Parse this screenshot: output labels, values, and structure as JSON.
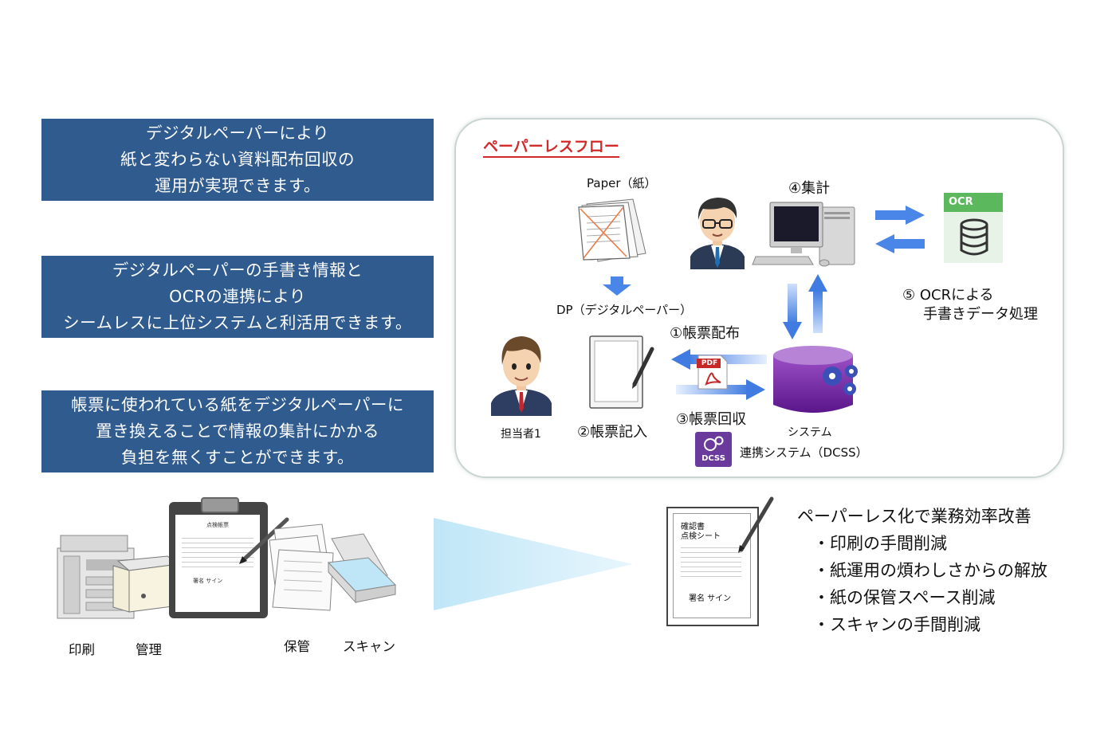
{
  "left_boxes": [
    {
      "lines": [
        "デジタルペーパーにより",
        "紙と変わらない資料配布回収の",
        "運用が実現できます。"
      ]
    },
    {
      "lines": [
        "デジタルペーパーの手書き情報と",
        "OCRの連携により",
        "シームレスに上位システムと利活用できます。"
      ]
    },
    {
      "lines": [
        "帳票に使われている紙をデジタルペーパーに",
        "置き換えることで情報の集計にかかる",
        "負担を無くすことができます。"
      ]
    }
  ],
  "flow": {
    "title": "ペーパーレスフロー",
    "paper_label": "Paper（紙）",
    "dp_label": "DP（デジタルペーパー）",
    "step4": "④集計",
    "ocr_badge": "OCR",
    "step5_line1": "⑤ OCRによる",
    "step5_line2": "手書きデータ処理",
    "step1": "①帳票配布",
    "step2": "②帳票記入",
    "step3": "③帳票回収",
    "pdf_badge": "PDF",
    "person_label": "担当者1",
    "system_label": "システム",
    "dcss_badge": "DCSS",
    "dcss_label": "連携システム（DCSS）"
  },
  "bottom": {
    "labels": {
      "print": "印刷",
      "manage": "管理",
      "store": "保管",
      "scan": "スキャン"
    },
    "clipboard_title": "点検帳票",
    "clipboard_sign": "署名  サイン",
    "doc_title1": "確認書",
    "doc_title2": "点検シート",
    "doc_sign": "署名  サイン",
    "benefits_title": "ペーパーレス化で業務効率改善",
    "benefits": [
      "・印刷の手間削減",
      "・紙運用の煩わしさからの解放",
      "・紙の保管スペース削減",
      "・スキャンの手間削減"
    ]
  },
  "colors": {
    "box_blue": "#2f5b8f",
    "title_red": "#d22a2a",
    "arrow_blue": "#4a86e8",
    "cylinder_purple": "#6a1b9a",
    "ocr_green": "#5cb85c"
  }
}
